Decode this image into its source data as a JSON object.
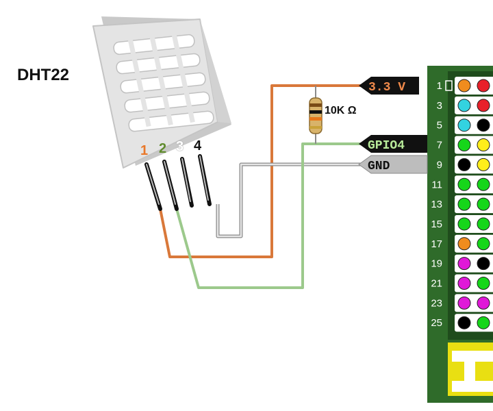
{
  "sensor": {
    "name": "DHT22",
    "pins": [
      {
        "label": "1",
        "color": "#e9782a"
      },
      {
        "label": "2",
        "color": "#5f8b2c"
      },
      {
        "label": "3",
        "color": "#ffffff"
      },
      {
        "label": "4",
        "color": "#111111"
      }
    ]
  },
  "resistor": {
    "label": "10K Ω"
  },
  "connections": [
    {
      "label": "3.3 V",
      "wire_color": "#d9783a",
      "text_color": "#f08a4b"
    },
    {
      "label": "GPIO4",
      "wire_color": "#9cc98c",
      "text_color": "#b9ec9b"
    },
    {
      "label": "GND",
      "wire_color": "#bfbfbf",
      "text_color": "#111111"
    }
  ],
  "header": {
    "pins": [
      {
        "number": "1",
        "left_color": "#f08c1e",
        "right_color": "#e8202a"
      },
      {
        "number": "3",
        "left_color": "#33d3e0",
        "right_color": "#e8202a"
      },
      {
        "number": "5",
        "left_color": "#33d3e0",
        "right_color": "#000000"
      },
      {
        "number": "7",
        "left_color": "#16d61a",
        "right_color": "#ffee1a"
      },
      {
        "number": "9",
        "left_color": "#000000",
        "right_color": "#ffee1a"
      },
      {
        "number": "11",
        "left_color": "#16d61a",
        "right_color": "#16d61a"
      },
      {
        "number": "13",
        "left_color": "#16d61a",
        "right_color": "#16d61a"
      },
      {
        "number": "15",
        "left_color": "#16d61a",
        "right_color": "#16d61a"
      },
      {
        "number": "17",
        "left_color": "#f08c1e",
        "right_color": "#16d61a"
      },
      {
        "number": "19",
        "left_color": "#e018d8",
        "right_color": "#000000"
      },
      {
        "number": "21",
        "left_color": "#e018d8",
        "right_color": "#16d61a"
      },
      {
        "number": "23",
        "left_color": "#e018d8",
        "right_color": "#e018d8"
      },
      {
        "number": "25",
        "left_color": "#000000",
        "right_color": "#16d61a"
      }
    ]
  },
  "colors": {
    "board": "#2f6b2a",
    "connector": "#ffee1a"
  }
}
